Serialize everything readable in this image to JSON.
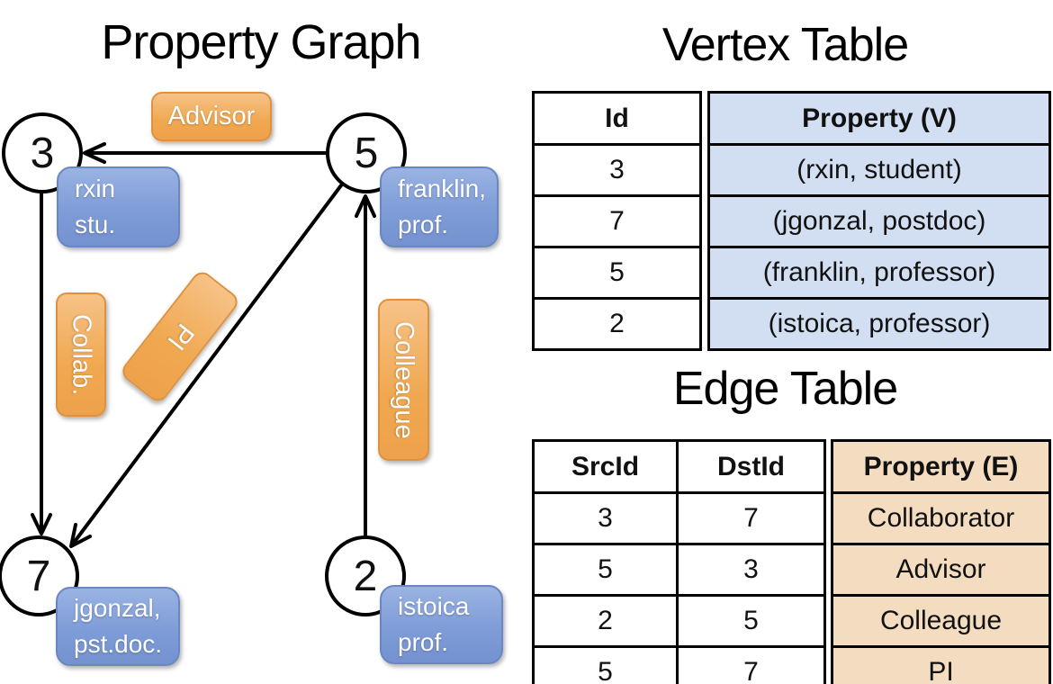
{
  "graph": {
    "title": "Property Graph",
    "nodes": [
      {
        "id": "3",
        "property_lines": [
          "rxin",
          "stu."
        ]
      },
      {
        "id": "5",
        "property_lines": [
          "franklin,",
          "prof."
        ]
      },
      {
        "id": "7",
        "property_lines": [
          "jgonzal,",
          "pst.doc."
        ]
      },
      {
        "id": "2",
        "property_lines": [
          "istoica",
          "prof."
        ]
      }
    ],
    "edges": [
      {
        "src": "5",
        "dst": "3",
        "label": "Advisor"
      },
      {
        "src": "3",
        "dst": "7",
        "label": "Collab."
      },
      {
        "src": "5",
        "dst": "7",
        "label": "PI"
      },
      {
        "src": "2",
        "dst": "5",
        "label": "Colleague"
      }
    ]
  },
  "vertex_table": {
    "title": "Vertex Table",
    "id_header": "Id",
    "property_header": "Property (V)",
    "rows": [
      {
        "id": "3",
        "property": "(rxin, student)"
      },
      {
        "id": "7",
        "property": "(jgonzal, postdoc)"
      },
      {
        "id": "5",
        "property": "(franklin, professor)"
      },
      {
        "id": "2",
        "property": "(istoica, professor)"
      }
    ]
  },
  "edge_table": {
    "title": "Edge Table",
    "src_header": "SrcId",
    "dst_header": "DstId",
    "property_header": "Property (E)",
    "rows": [
      {
        "src": "3",
        "dst": "7",
        "property": "Collaborator"
      },
      {
        "src": "5",
        "dst": "3",
        "property": "Advisor"
      },
      {
        "src": "2",
        "dst": "5",
        "property": "Colleague"
      },
      {
        "src": "5",
        "dst": "7",
        "property": "PI"
      }
    ]
  },
  "colors": {
    "edge_label_orange": "#EEA14B",
    "vertex_property_blue": "#7E9CD7",
    "vertex_table_fill": "#D2DFF2",
    "edge_table_fill": "#F4DCC0",
    "line_black": "#000000"
  }
}
